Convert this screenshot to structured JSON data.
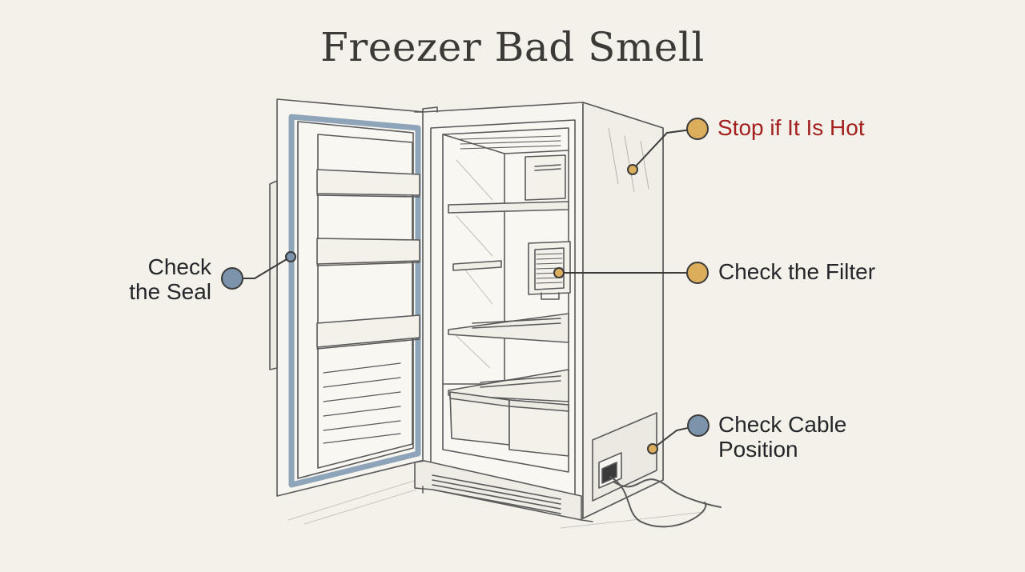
{
  "title": "Freezer Bad Smell",
  "callouts": {
    "seal": {
      "line1": "Check",
      "line2": "the Seal",
      "dot_color": "#7b93ab"
    },
    "hot": {
      "text": "Stop if It Is Hot",
      "text_color": "#a3201f",
      "dot_color": "#dcae5c"
    },
    "filter": {
      "text": "Check the Filter",
      "dot_color": "#dcae5c"
    },
    "cable": {
      "line1": "Check Cable",
      "line2": "Position",
      "dot_color": "#7b93ab"
    }
  },
  "colors": {
    "background": "#f4f1ea",
    "line": "#5a5a5a",
    "gasket": "#8ea4b8"
  }
}
